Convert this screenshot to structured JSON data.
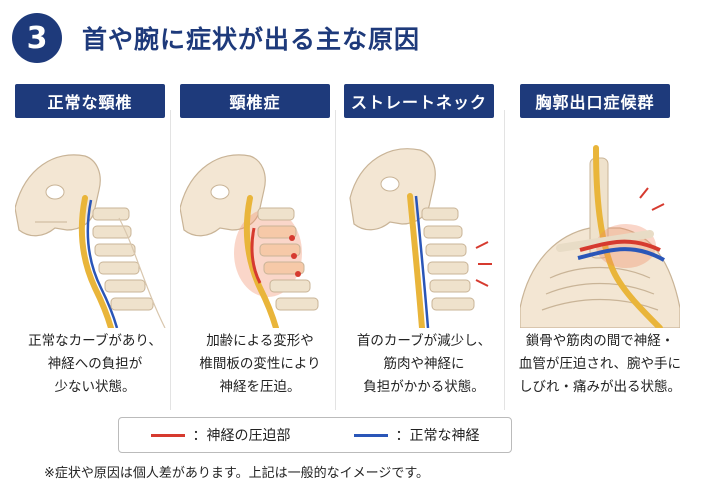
{
  "header": {
    "number": "3",
    "title": "首や腕に症状が出る主な原因"
  },
  "columns": [
    {
      "label": "正常な頸椎",
      "desc": [
        "正常なカーブがあり、",
        "神経への負担が",
        "少ない状態。"
      ]
    },
    {
      "label": "頸椎症",
      "desc": [
        "加齢による変形や",
        "椎間板の変性により",
        "神経を圧迫。"
      ]
    },
    {
      "label": "ストレートネック",
      "desc": [
        "首のカーブが減少し、",
        "筋肉や神経に",
        "負担がかかる状態。"
      ]
    },
    {
      "label": "胸郭出口症候群",
      "desc": [
        "鎖骨や筋肉の間で神経・",
        "血管が圧迫され、腕や手に",
        "しびれ・痛みが出る状態。"
      ]
    }
  ],
  "legend": [
    {
      "text": "：神経の圧迫部",
      "color": "#d63a2f"
    },
    {
      "text": "：正常な神経",
      "color": "#2a56b8"
    }
  ],
  "note": "※症状や原因は個人差があります。上記は一般的なイメージです。",
  "colors": {
    "accent": "#1e3a7b",
    "nerve": "#e9b53a",
    "compression": "#d63a2f",
    "normal_nerve": "#2a56b8"
  }
}
